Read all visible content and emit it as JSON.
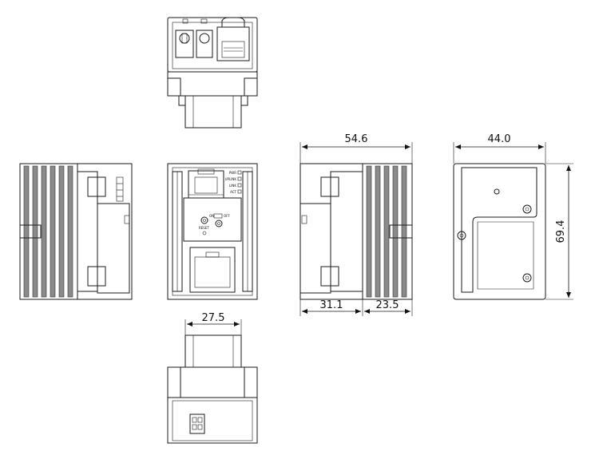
{
  "dimensions": {
    "depth_total": "54.6",
    "width_back": "44.0",
    "height": "69.4",
    "front_width": "27.5",
    "depth_front": "31.1",
    "depth_rear": "23.5"
  },
  "front_panel_labels": {
    "pwr": "PWR",
    "uplink": "UPLINK",
    "link": "LINK",
    "act": "ACT",
    "reset": "RESET",
    "on": "ON",
    "off": "OFF"
  },
  "colors": {
    "line": "#1a1a1a",
    "fin": "#8a8a8a",
    "background": "#ffffff"
  }
}
